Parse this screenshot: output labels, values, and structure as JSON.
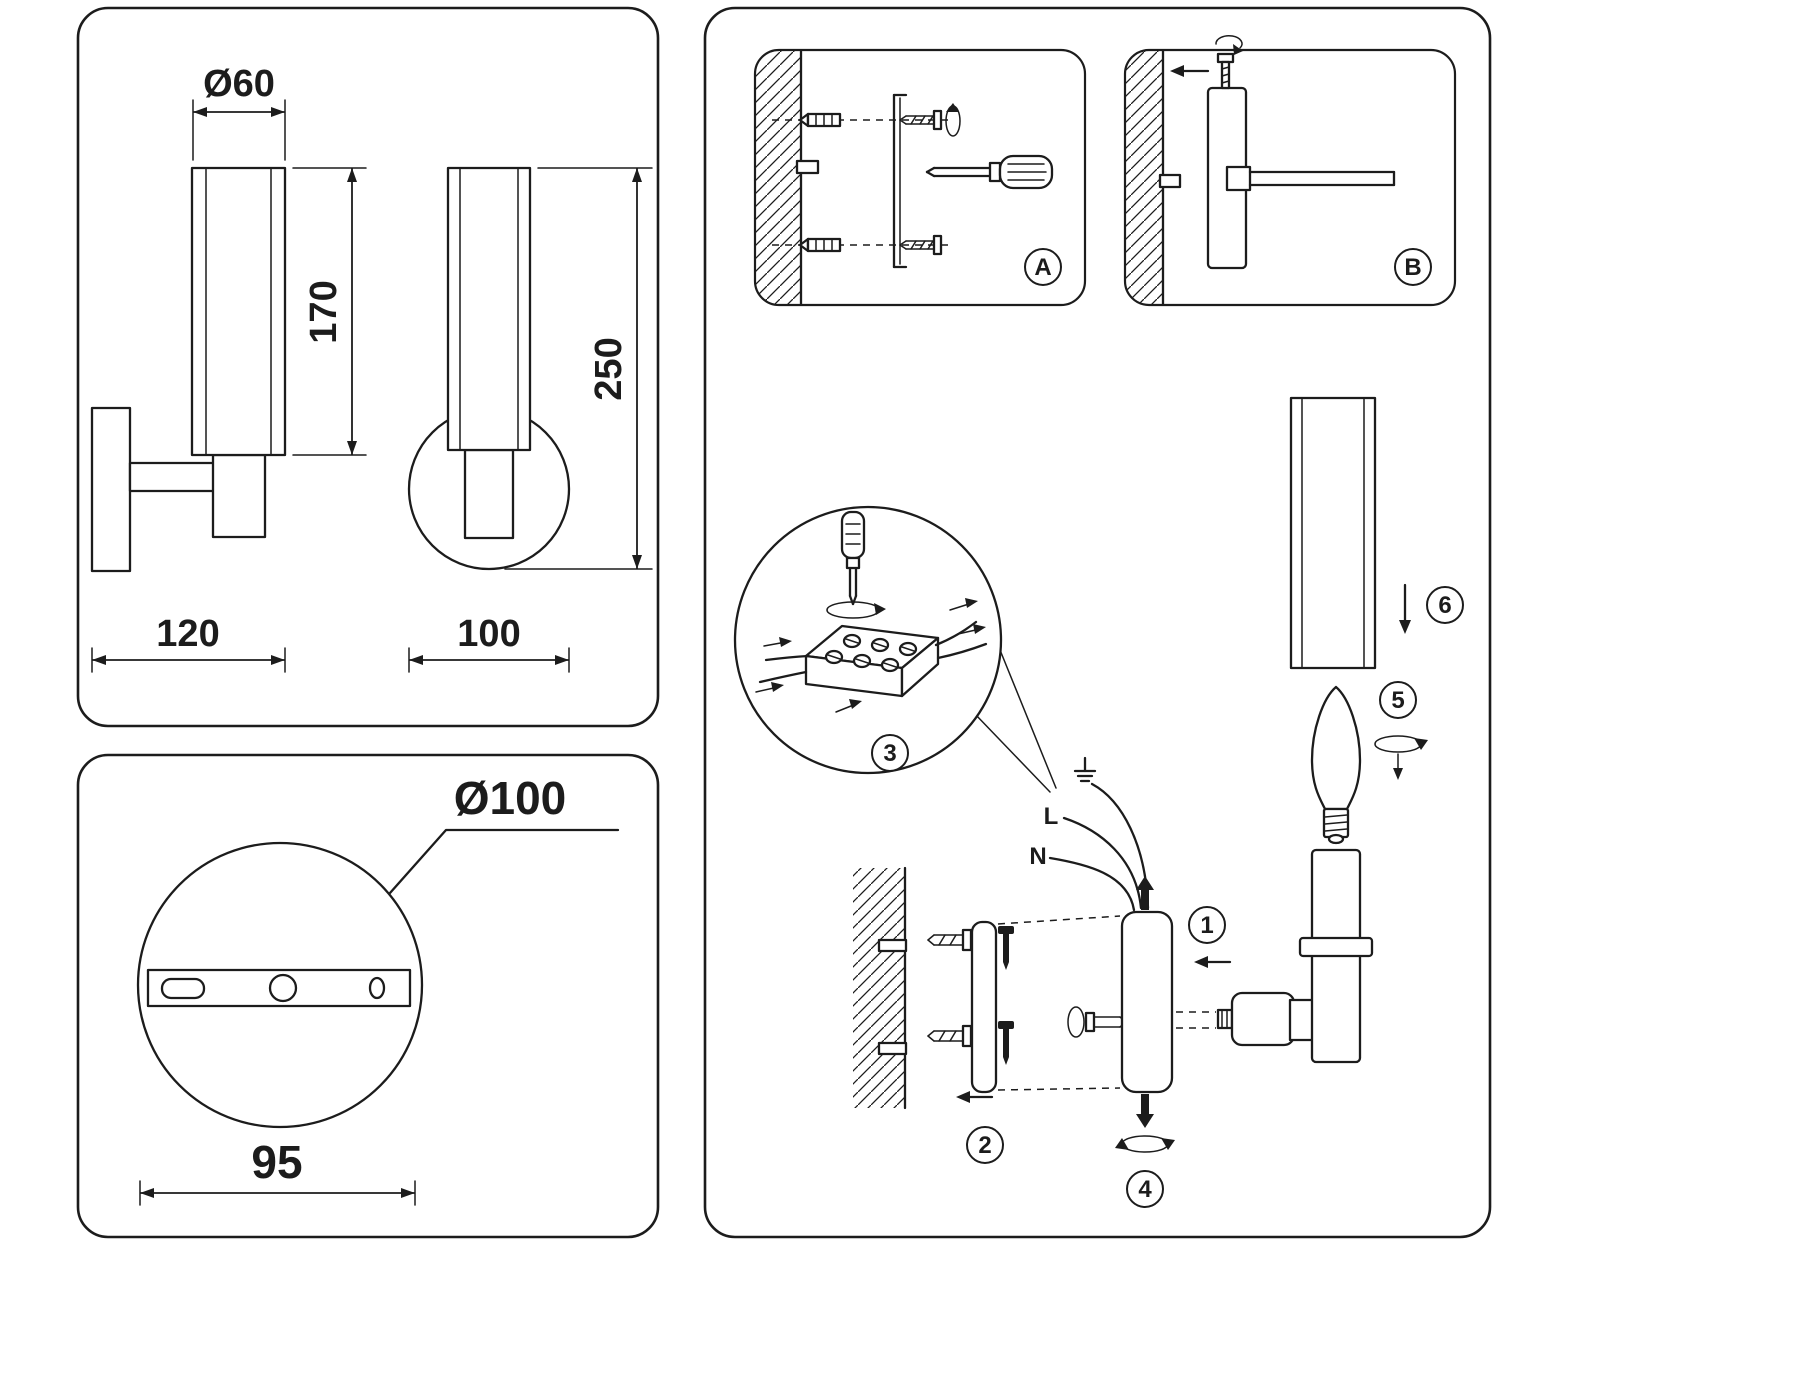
{
  "colors": {
    "line": "#1c1c1c",
    "background": "#ffffff"
  },
  "dimension_view": {
    "diameter_label": "Ø60",
    "tube_height_label": "170",
    "overall_height_label": "250",
    "depth_label": "120",
    "width_label": "100"
  },
  "base_view": {
    "plate_diameter_label": "Ø100",
    "mount_spacing_label": "95"
  },
  "installation": {
    "inset_a_label": "A",
    "inset_b_label": "B",
    "wire_line_label": "L",
    "wire_neutral_label": "N",
    "step_labels": {
      "s1": "1",
      "s2": "2",
      "s3": "3",
      "s4": "4",
      "s5": "5",
      "s6": "6"
    }
  }
}
